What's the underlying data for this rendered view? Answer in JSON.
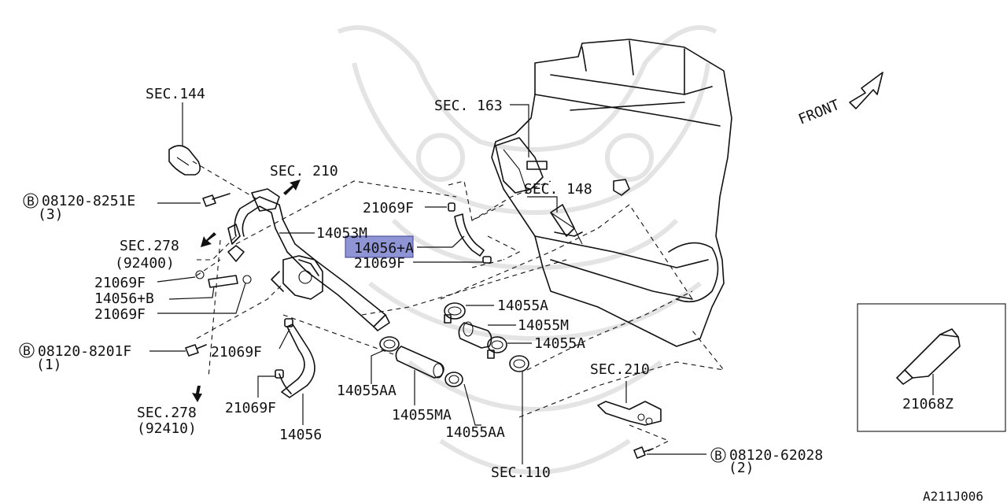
{
  "highlighted_part": "14056+A",
  "labels": {
    "sec144": "SEC.144",
    "sec210_top": "SEC. 210",
    "sec163": "SEC. 163",
    "sec148": "SEC. 148",
    "sec278_top": "SEC.278",
    "sec278_top_sub": "(92400)",
    "sec278_bottom": "SEC.278",
    "sec278_bottom_sub": "(92410)",
    "sec210_right": "SEC.210",
    "sec110": "SEC.110",
    "front": "FRONT",
    "bolt1_code": "08120-8251E",
    "bolt1_qty": "(3)",
    "bolt2_code": "08120-8201F",
    "bolt2_qty": "(1)",
    "bolt3_code": "08120-62028",
    "bolt3_qty": "(2)",
    "bolt_badge": "B",
    "p21069F_a": "21069F",
    "p21069F_b": "21069F",
    "p21069F_c": "21069F",
    "p21069F_d": "21069F",
    "p21069F_e": "21069F",
    "p21069F_f": "21069F",
    "p14053M": "14053M",
    "p14056A": "14056+A",
    "p14056B": "14056+B",
    "p14056": "14056",
    "p14055A_a": "14055A",
    "p14055A_b": "14055A",
    "p14055M": "14055M",
    "p14055AA_a": "14055AA",
    "p14055AA_b": "14055AA",
    "p14055MA": "14055MA",
    "p21068Z": "21068Z",
    "diagram_code": "A211J006"
  }
}
